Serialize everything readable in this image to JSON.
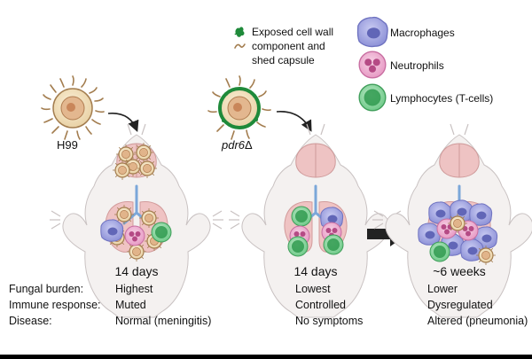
{
  "legend": {
    "cell_wall_line1": "Exposed cell wall",
    "cell_wall_line2": "component and",
    "cell_wall_line3": "shed capsule",
    "macrophages": "Macrophages",
    "neutrophils": "Neutrophils",
    "lymphocytes": "Lymphocytes (T-cells)"
  },
  "strains": {
    "h99": "H99",
    "pdr6_base": "pdr6",
    "pdr6_symbol": "Δ"
  },
  "timepoints": {
    "h99_time": "14 days",
    "pdr6_time": "14 days",
    "late_time": "~6 weeks"
  },
  "rows": {
    "fungal_burden": {
      "label": "Fungal burden:",
      "h99": "Highest",
      "pdr6": "Lowest",
      "late": "Lower"
    },
    "immune_response": {
      "label": "Immune response:",
      "h99": "Muted",
      "pdr6": "Controlled",
      "late": "Dysregulated"
    },
    "disease": {
      "label": "Disease:",
      "h99": "Normal (meningitis)",
      "pdr6": "No symptoms",
      "late": "Altered (pneumonia)"
    }
  },
  "colors": {
    "macrophage": "#8f93d8",
    "neutrophil": "#e8a2c9",
    "lymphocyte": "#7ccf93",
    "cell_wall_green": "#1f8a3a",
    "capsule_brown": "#a37d4f",
    "mouse_body": "#f4f1f0",
    "organ": "#e9b4b4",
    "airway": "#7ba7d9"
  }
}
